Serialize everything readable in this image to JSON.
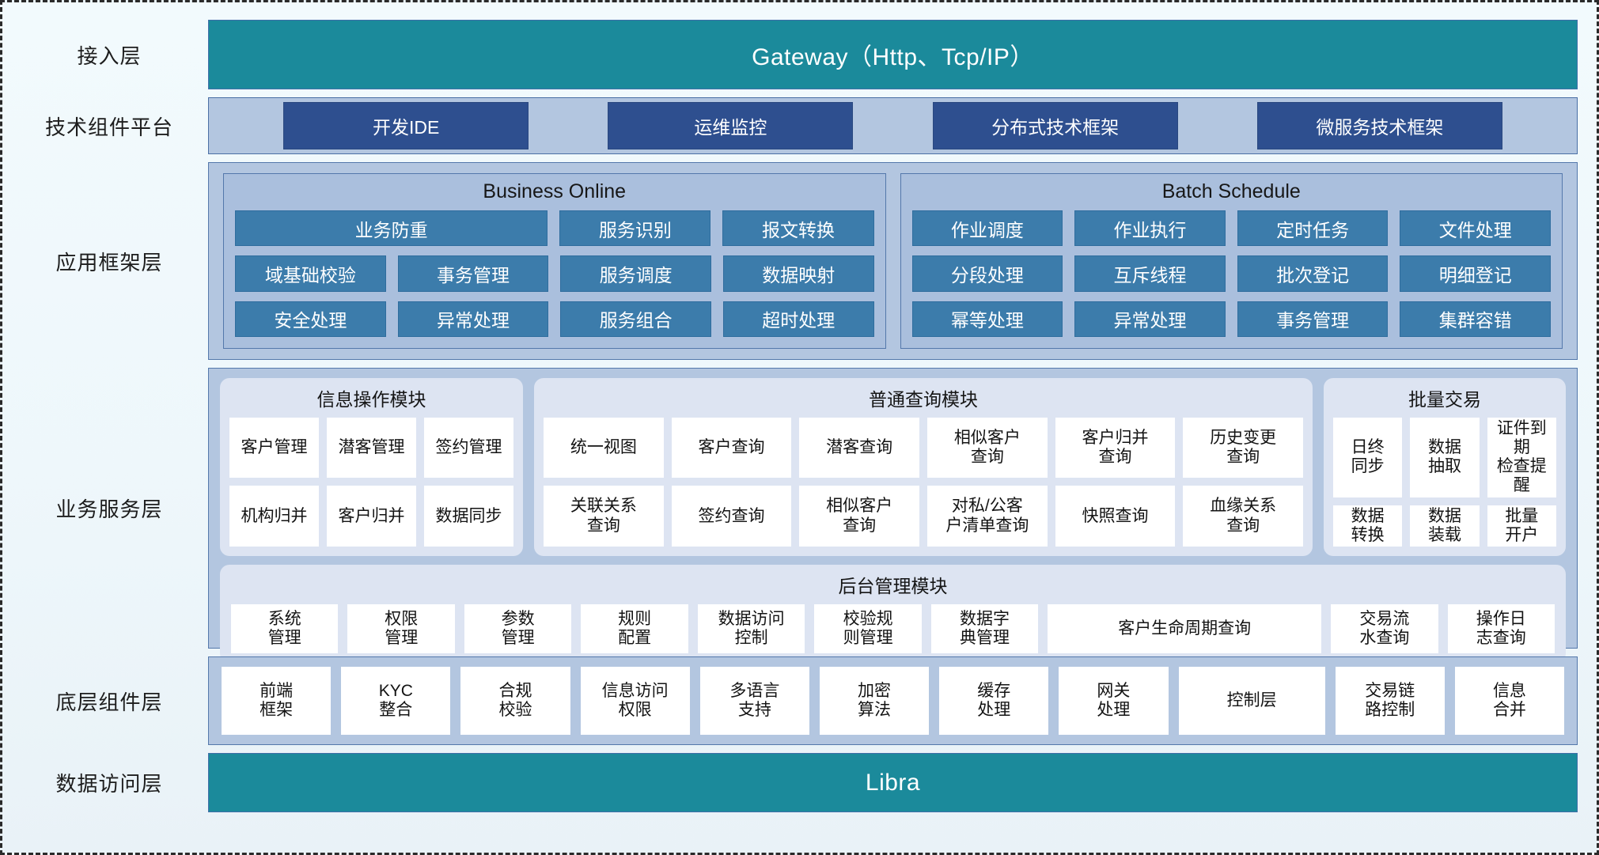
{
  "layers": [
    {
      "label": "接入层"
    },
    {
      "label": "技术组件平台"
    },
    {
      "label": "应用框架层"
    },
    {
      "label": "业务服务层"
    },
    {
      "label": "底层组件层"
    },
    {
      "label": "数据访问层"
    }
  ],
  "access_layer": {
    "title": "Gateway（Http、Tcp/IP）"
  },
  "tech_platform": {
    "items": [
      "开发IDE",
      "运维监控",
      "分布式技术框架",
      "微服务技术框架"
    ]
  },
  "app_framework": {
    "groups": [
      {
        "title": "Business Online",
        "rows": [
          [
            "业务防重",
            "服务识别",
            "报文转换"
          ],
          [
            "域基础校验",
            "事务管理",
            "服务调度",
            "数据映射"
          ],
          [
            "安全处理",
            "异常处理",
            "服务组合",
            "超时处理"
          ]
        ]
      },
      {
        "title": "Batch Schedule",
        "rows": [
          [
            "作业调度",
            "作业执行",
            "定时任务",
            "文件处理"
          ],
          [
            "分段处理",
            "互斥线程",
            "批次登记",
            "明细登记"
          ],
          [
            "幂等处理",
            "异常处理",
            "事务管理",
            "集群容错"
          ]
        ]
      }
    ]
  },
  "business_service": {
    "modules": [
      {
        "title": "信息操作模块",
        "rows": [
          [
            "客户管理",
            "潜客管理",
            "签约管理"
          ],
          [
            "机构归并",
            "客户归并",
            "数据同步"
          ]
        ]
      },
      {
        "title": "普通查询模块",
        "rows": [
          [
            "统一视图",
            "客户查询",
            "潜客查询",
            "相似客户\n查询",
            "客户归并\n查询",
            "历史变更\n查询"
          ],
          [
            "关联关系\n查询",
            "签约查询",
            "相似客户\n查询",
            "对私/公客\n户清单查询",
            "快照查询",
            "血缘关系\n查询"
          ]
        ]
      },
      {
        "title": "批量交易",
        "rows": [
          [
            "日终\n同步",
            "数据\n抽取",
            "证件到期\n检查提醒"
          ],
          [
            "数据\n转换",
            "数据\n装载",
            "批量\n开户"
          ]
        ]
      }
    ],
    "backend_module": {
      "title": "后台管理模块",
      "items": [
        "系统\n管理",
        "权限\n管理",
        "参数\n管理",
        "规则\n配置",
        "数据访问\n控制",
        "校验规\n则管理",
        "数据字\n典管理",
        "客户生命周期查询",
        "交易流\n水查询",
        "操作日\n志查询"
      ],
      "wide_index": 7
    }
  },
  "bottom_components": {
    "items": [
      "前端\n框架",
      "KYC\n整合",
      "合规\n校验",
      "信息访问\n权限",
      "多语言\n支持",
      "加密\n算法",
      "缓存\n处理",
      "网关\n处理",
      "控制层",
      "交易链\n路控制",
      "信息\n合并"
    ],
    "wide_index": 8
  },
  "data_access_layer": {
    "title": "Libra"
  },
  "colors": {
    "teal": "#1b8a9b",
    "band_blue": "#b3c6e0",
    "chip_dark_blue": "#2e4f8f",
    "cell_blue": "#3c7cab",
    "module_bg": "#dde4f2",
    "white_cell": "#ffffff"
  }
}
